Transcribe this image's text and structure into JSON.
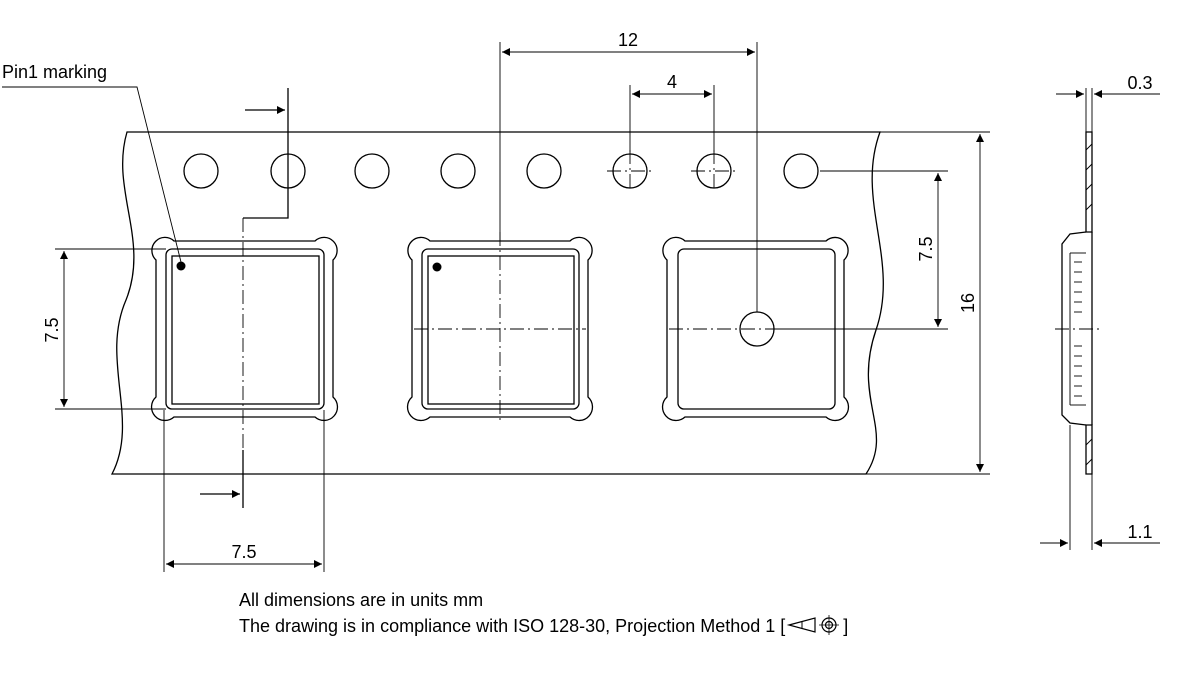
{
  "labels": {
    "pin1_marking": "Pin1 marking",
    "dim_pitch": "12",
    "dim_hole_pitch": "4",
    "dim_thickness": "0.3",
    "dim_hole_to_center": "7.5",
    "dim_pocket_height": "7.5",
    "dim_pocket_width": "7.5",
    "dim_tape_width": "16",
    "dim_pocket_depth": "1.1"
  },
  "notes": {
    "units": "All dimensions are in units mm",
    "compliance_prefix": "The drawing is in compliance with ISO 128-30, Projection Method 1 [",
    "compliance_suffix": "]"
  },
  "icons": {
    "projection_symbol": "first-angle-projection-symbol"
  }
}
